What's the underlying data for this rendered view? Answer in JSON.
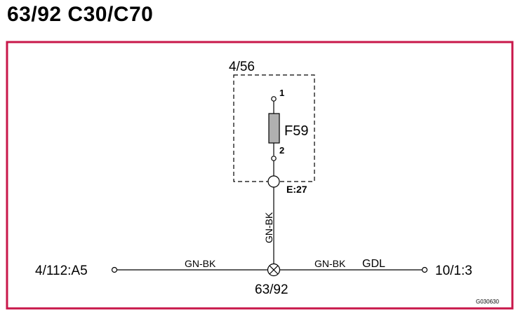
{
  "title": "63/92 C30/C70",
  "diagram": {
    "frame_color": "#c8174a",
    "component_box_label": "4/56",
    "fuse_label": "F59",
    "pin_top": "1",
    "pin_bottom": "2",
    "connector_label": "E:27",
    "vertical_wire_label": "GN-BK",
    "left_wire_label": "GN-BK",
    "right_wire_label": "GN-BK",
    "right_wire_extra": "GDL",
    "left_terminal_label": "4/112:A5",
    "right_terminal_label": "10/1:3",
    "ground_label": "63/92",
    "image_code": "G030630"
  }
}
